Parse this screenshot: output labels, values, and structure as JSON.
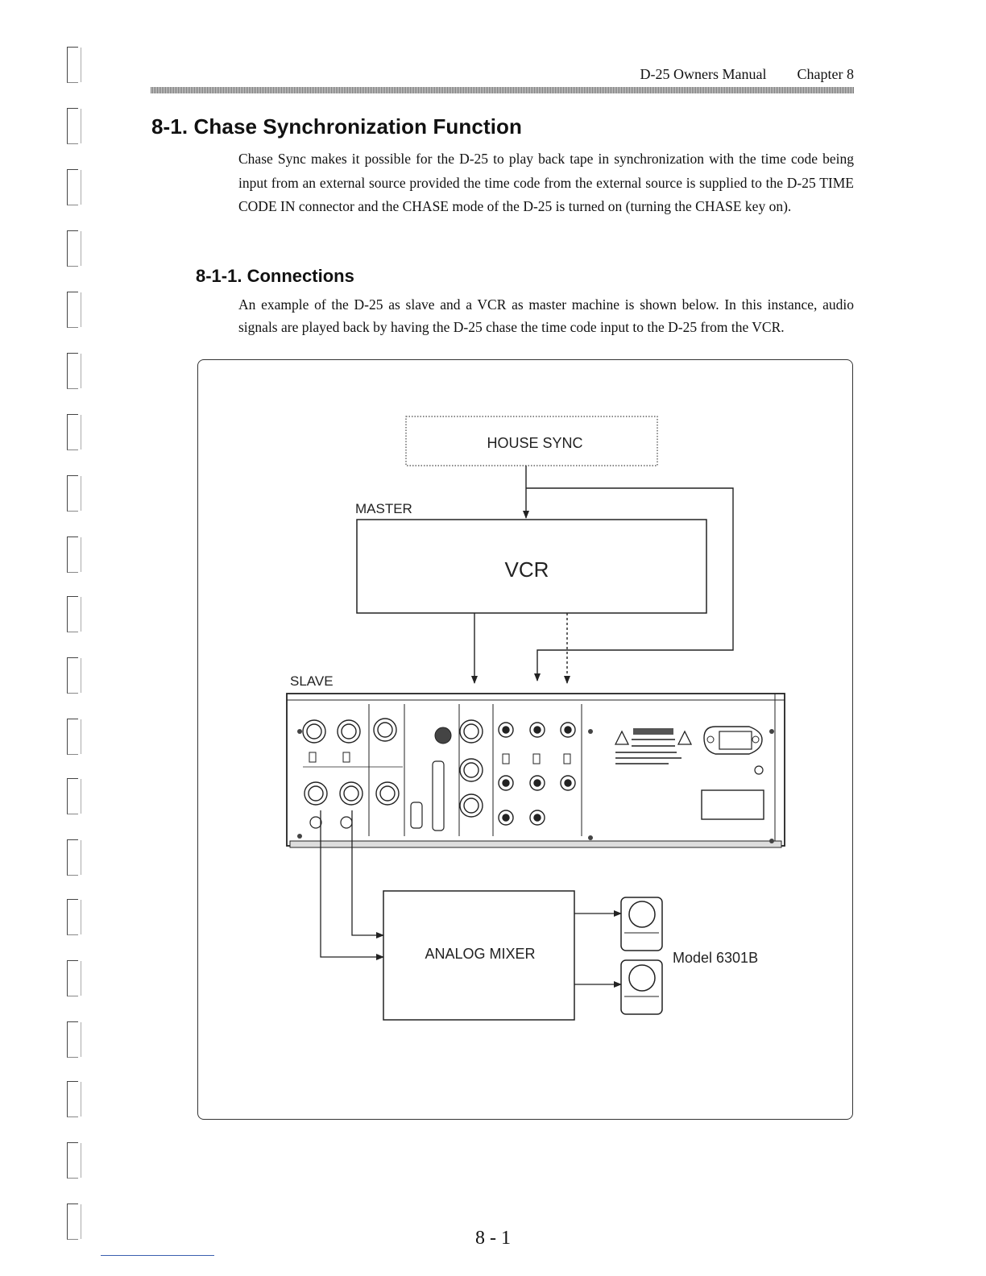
{
  "header": {
    "manual": "D-25 Owners Manual",
    "chapter": "Chapter 8"
  },
  "section": {
    "title": "8-1. Chase Synchronization Function",
    "body": "Chase Sync makes it possible for the D-25 to play back tape in synchronization with the time code being input from an external source provided the time code from the external source is supplied to the D-25 TIME CODE IN connector and the CHASE mode of the D-25 is turned on (turning the CHASE key on)."
  },
  "subsection": {
    "title": "8-1-1. Connections",
    "body": "An example of the D-25 as slave and a VCR as master machine is shown below. In this instance, audio signals are played back by having the D-25 chase the time code input to the D-25 from the VCR."
  },
  "diagram": {
    "house_sync": "HOUSE SYNC",
    "master_label": "MASTER",
    "vcr": "VCR",
    "slave_label": "SLAVE",
    "mixer": "ANALOG MIXER",
    "monitor_model": "Model 6301B"
  },
  "footer": {
    "page_number": "8 - 1"
  }
}
